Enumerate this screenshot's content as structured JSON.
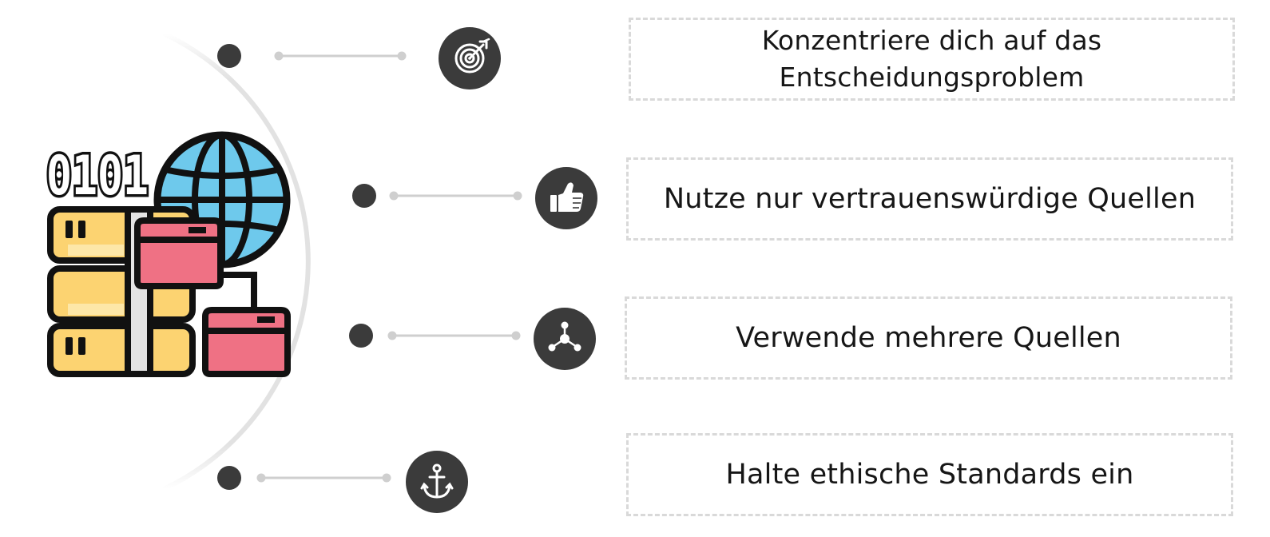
{
  "illustration": {
    "binary_text": "0101",
    "icon": "data-storage-globe-folders-icon",
    "colors": {
      "outline": "#111111",
      "globe": "#6ec9ec",
      "server": "#fcd371",
      "server_light": "#fde7a8",
      "folder": "#ef7184",
      "pole": "#e4e4e4"
    }
  },
  "steps": [
    {
      "icon": "target-icon",
      "text": "Konzentriere dich auf das Entscheidungsproblem"
    },
    {
      "icon": "thumbs-up-icon",
      "text": "Nutze nur vertrauenswürdige Quellen"
    },
    {
      "icon": "network-icon",
      "text": "Verwende mehrere Quellen"
    },
    {
      "icon": "anchor-icon",
      "text": "Halte ethische Standards ein"
    }
  ],
  "colors": {
    "dot": "#3b3b3b",
    "connector": "#cfcfcf",
    "arc": "#e6e6e6",
    "box_border": "#d9d9d9",
    "text": "#161616"
  }
}
